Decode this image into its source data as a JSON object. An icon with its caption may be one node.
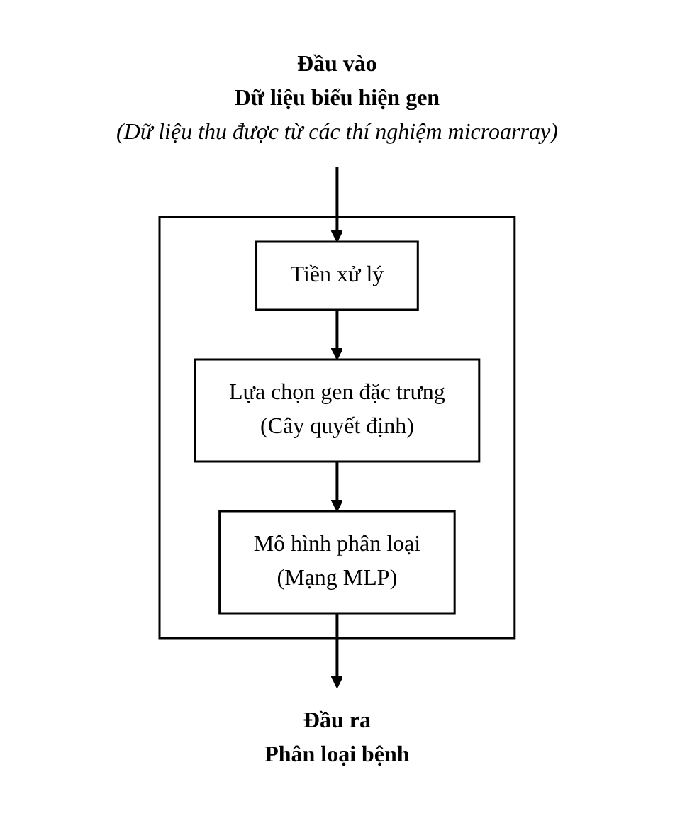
{
  "diagram": {
    "nodes": [
      {
        "text": [
          "Đầu vào",
          "Dữ liệu biểu hiện gen",
          "(Dữ liệu thu được từ các thí nghiệm microarray)"
        ]
      },
      {
        "text": [],
        "shape": "box"
      },
      {
        "text": [
          "Tiền xử lý"
        ],
        "in": 1
      },
      {
        "text": [
          "Lựa chọn gen đặc trưng",
          "(Cây quyết định)"
        ],
        "in": 1
      },
      {
        "text": [
          "Mô hình phân loại",
          "(Mạng MLP)"
        ],
        "in": 1
      },
      {
        "text": [
          "Đầu ra",
          "Phân loại bệnh"
        ]
      }
    ],
    "edges": [
      {
        "from": 0,
        "to": 2,
        "arrow": "to"
      },
      {
        "from": 2,
        "to": 3,
        "arrow": "to"
      },
      {
        "from": 3,
        "to": 4,
        "arrow": "to"
      },
      {
        "from": 4,
        "to": 5,
        "arrow": "to"
      }
    ]
  }
}
